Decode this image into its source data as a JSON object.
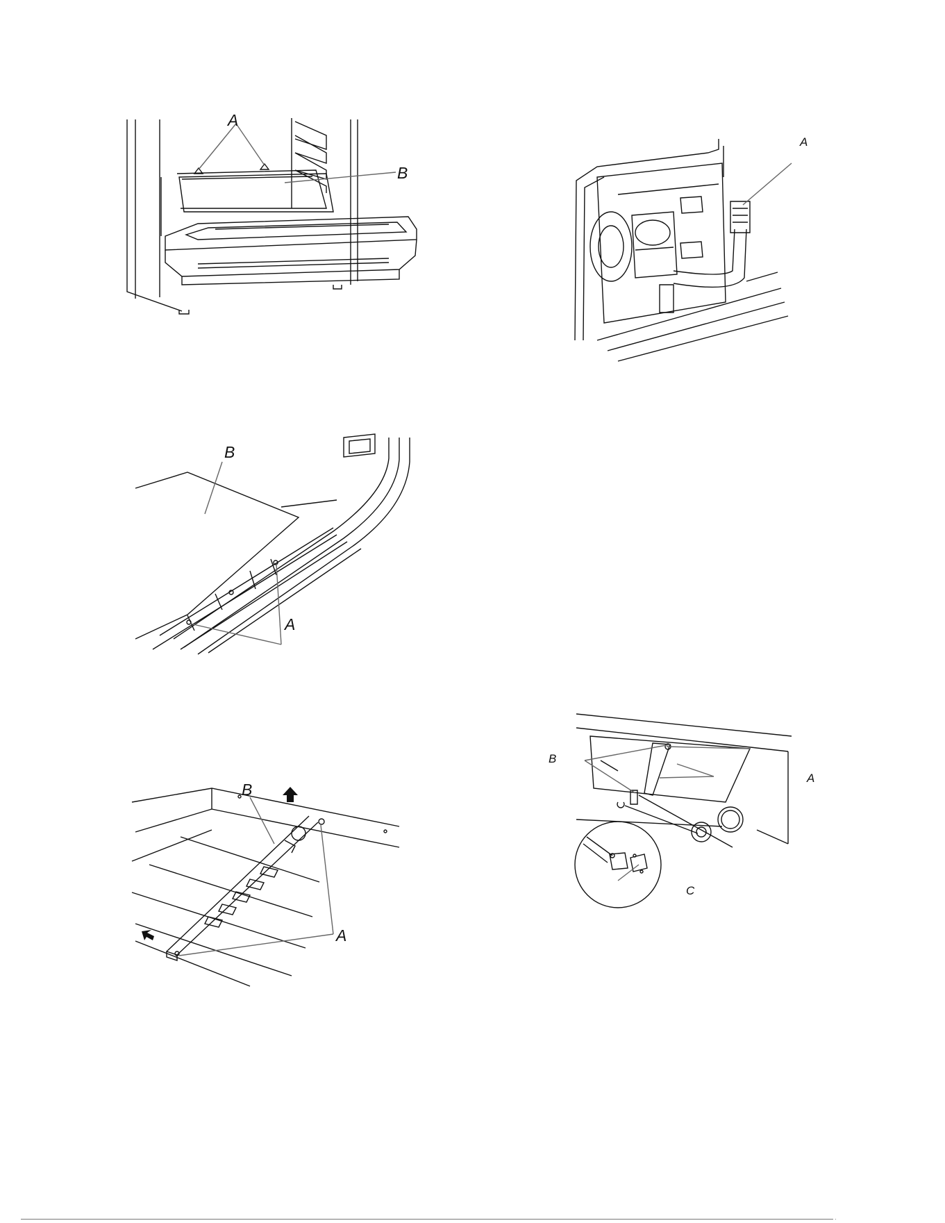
{
  "figures": [
    {
      "id": "fig1",
      "description_free": true,
      "labels": [
        "A",
        "B"
      ]
    },
    {
      "id": "fig2",
      "labels": [
        "A"
      ]
    },
    {
      "id": "fig3",
      "labels": [
        "B",
        "A"
      ]
    },
    {
      "id": "fig4",
      "labels": [
        "B",
        "A"
      ]
    },
    {
      "id": "fig5",
      "labels": [
        "B",
        "A",
        "C"
      ]
    }
  ],
  "footer": {
    "mark": "·"
  }
}
